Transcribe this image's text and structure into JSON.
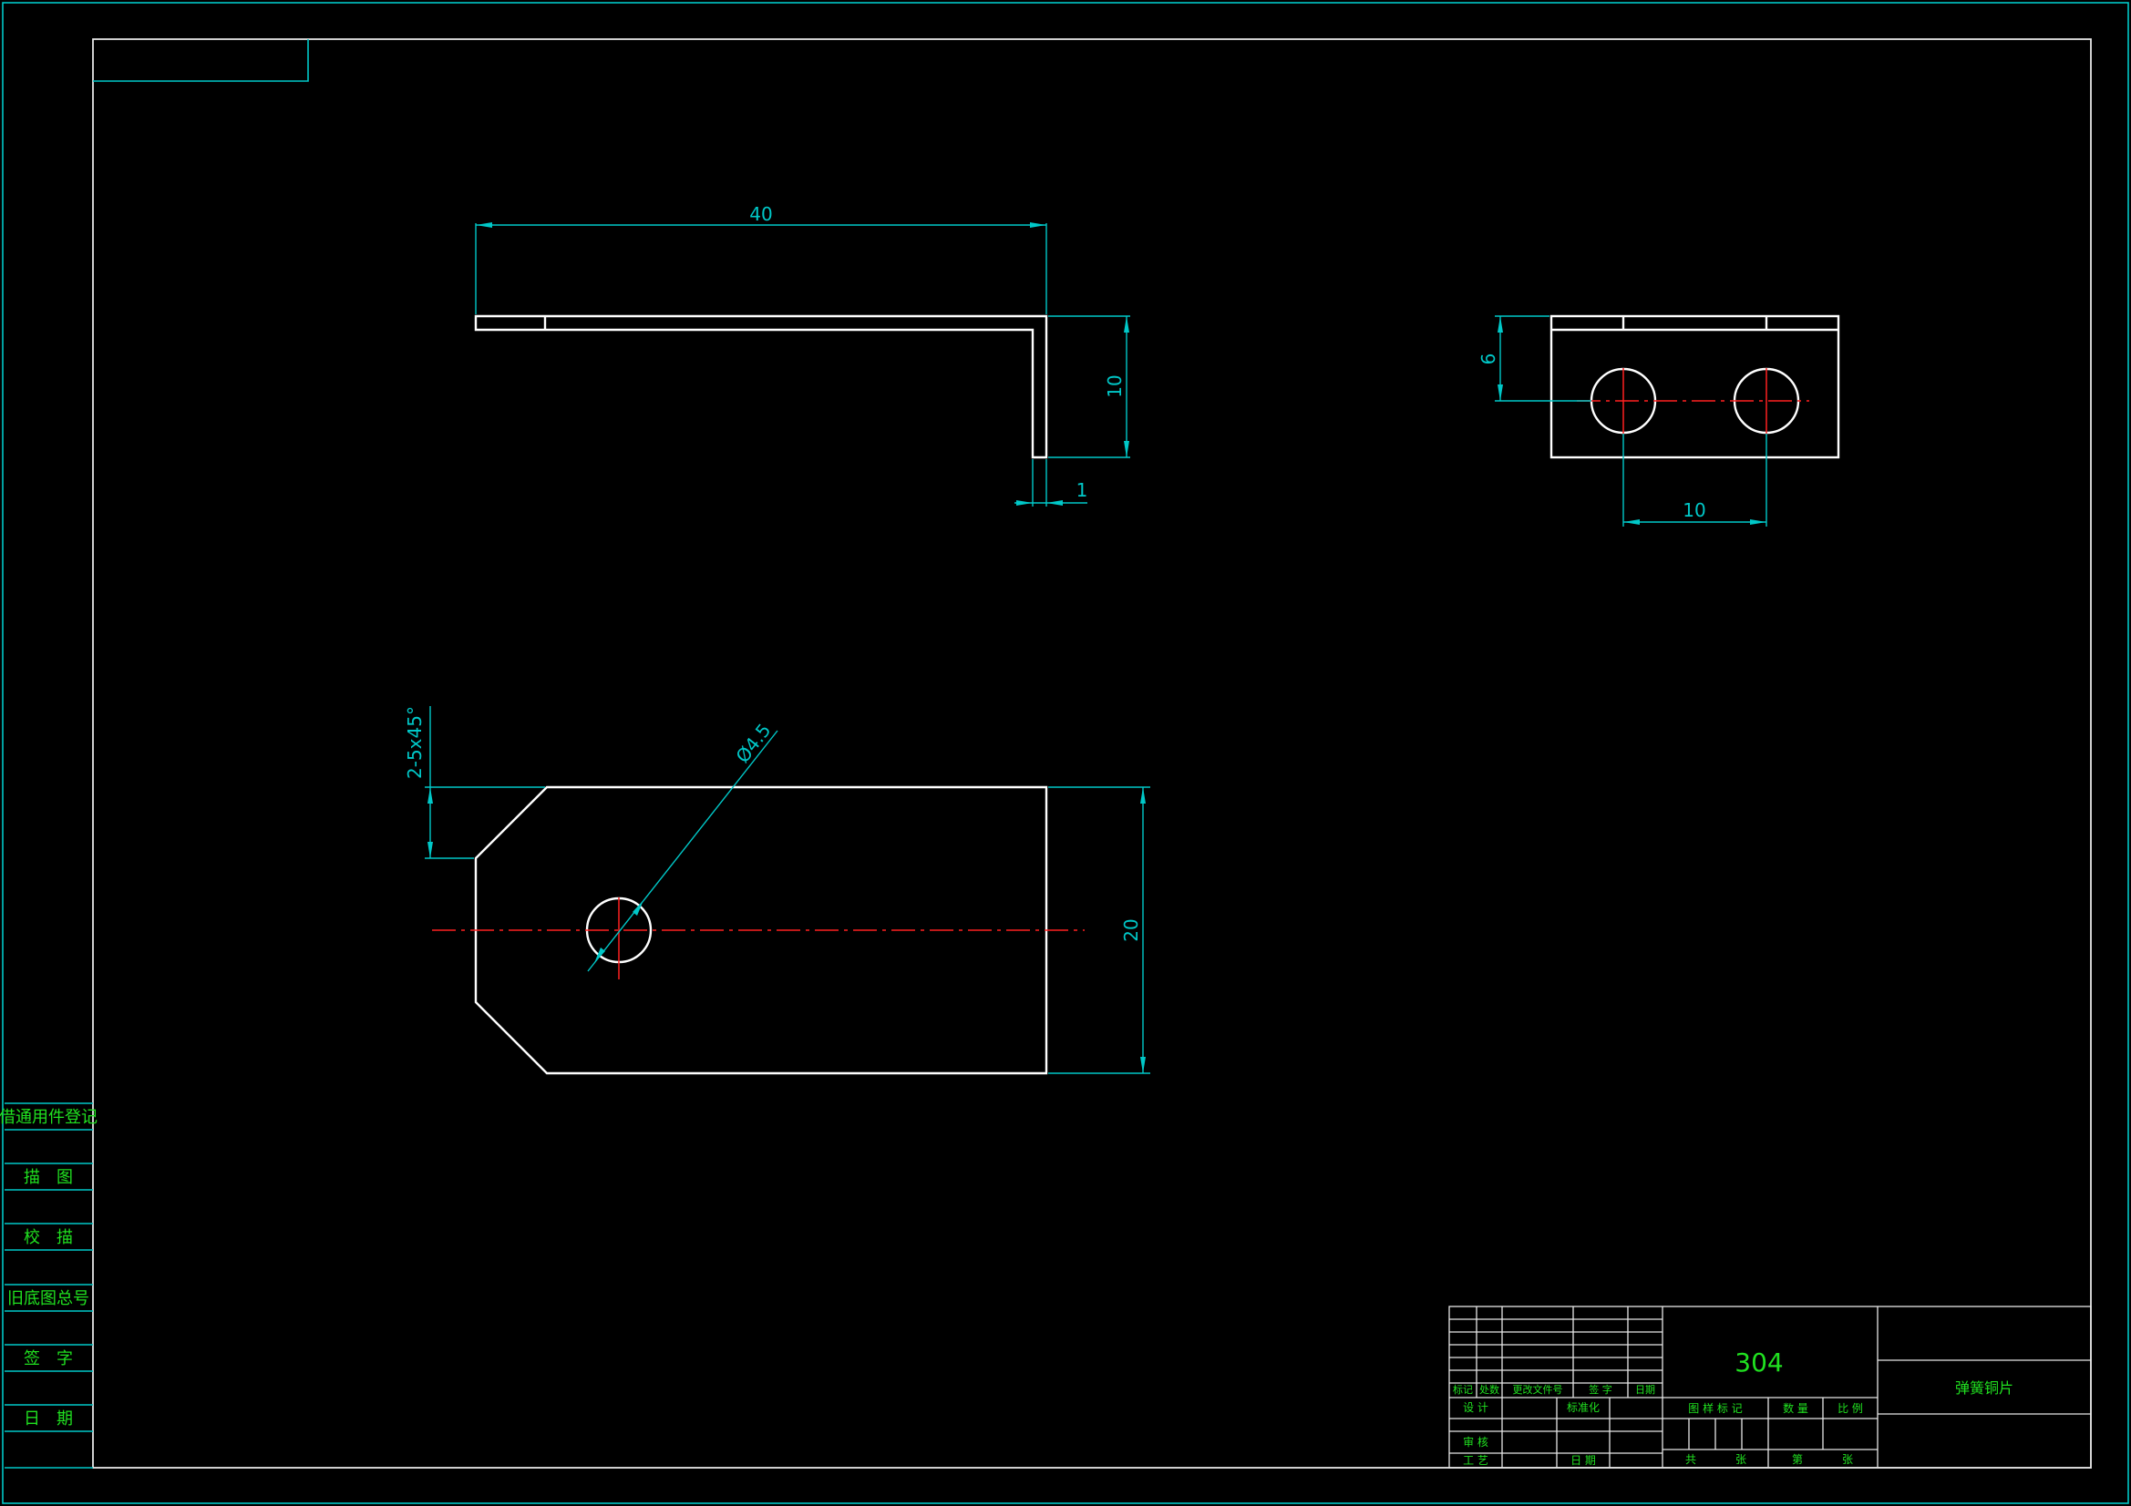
{
  "drawing": {
    "material": "304",
    "part_name": "弹簧铜片",
    "colors": {
      "background": "#000000",
      "geometry": "#ffffff",
      "dimension": "#00c8c8",
      "centerline": "#ff2020",
      "annotation": "#20e020"
    }
  },
  "dimensions": {
    "side_length": "40",
    "side_height": "10",
    "side_thickness": "1",
    "end_hole_offset": "6",
    "end_hole_pitch": "10",
    "plan_chamfer": "2-5x45°",
    "plan_hole_dia": "Ø4.5",
    "plan_width": "20"
  },
  "left_strip": {
    "title": "借通用件登记",
    "label_1": "描　图",
    "label_2": "校　描",
    "label_3": "旧底图总号",
    "label_4": "签　字",
    "label_5": "日　期"
  },
  "title_block": {
    "h_mark": "标记",
    "h_count": "处数",
    "h_change_doc": "更改文件号",
    "h_sign": "签 字",
    "h_date": "日期",
    "r_design": "设 计",
    "r_standard": "标准化",
    "r_review": "审 核",
    "r_process": "工 艺",
    "r_date": "日 期",
    "c_stage": "图 样 标 记",
    "c_qty": "数 量",
    "c_scale": "比 例",
    "c_total": "共",
    "c_sheet": "张",
    "c_no": "第",
    "c_sheet2": "张"
  }
}
